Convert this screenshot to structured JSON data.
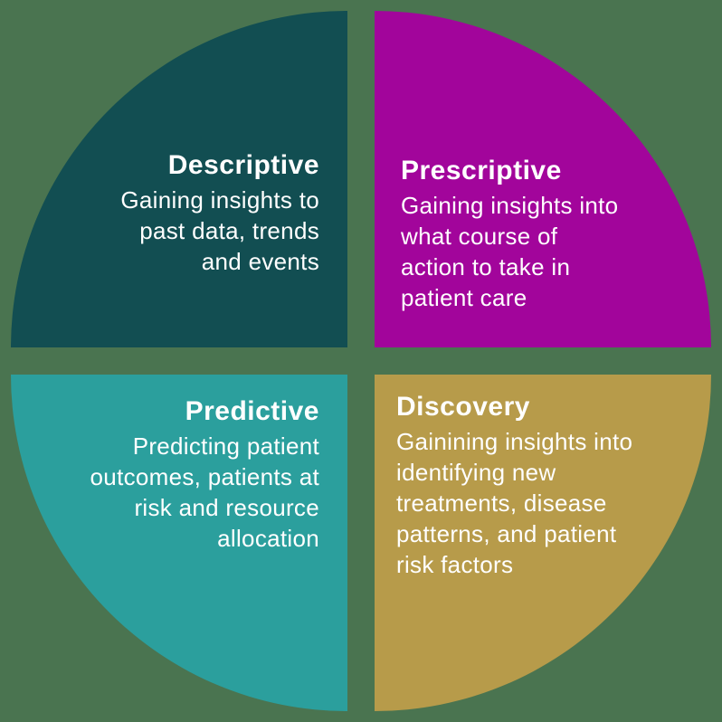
{
  "canvas": {
    "background_color": "#4A7450"
  },
  "text_color": "#FFFFFF",
  "quadrants": [
    {
      "id": "descriptive",
      "position": "top-left",
      "color": "#124E52",
      "title": "Descriptive",
      "lines": [
        "Gaining insights to",
        "past data, trends",
        "and events"
      ]
    },
    {
      "id": "prescriptive",
      "position": "top-right",
      "color": "#A2059B",
      "title": "Prescriptive",
      "lines": [
        "Gaining insights into",
        "what course of",
        "action to take in",
        "patient care"
      ]
    },
    {
      "id": "predictive",
      "position": "bottom-left",
      "color": "#2B9F9D",
      "title": "Predictive",
      "lines": [
        "Predicting patient",
        "outcomes, patients at",
        "risk and resource",
        "allocation"
      ]
    },
    {
      "id": "discovery",
      "position": "bottom-right",
      "color": "#B79B4A",
      "title": "Discovery",
      "lines": [
        "Gainining insights into",
        "identifying new",
        "treatments, disease",
        "patterns, and patient",
        "risk factors"
      ]
    }
  ]
}
